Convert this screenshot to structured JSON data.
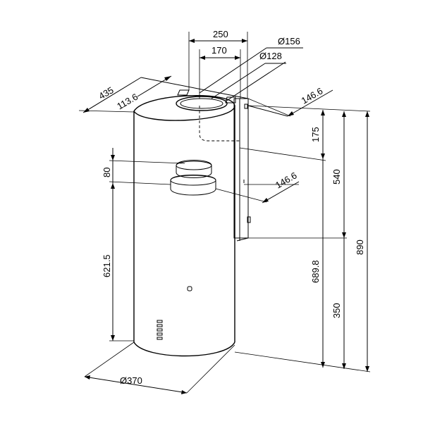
{
  "dimensions": {
    "top_width_250": "250",
    "top_width_170": "170",
    "dia_156": "Ø156",
    "dia_128": "Ø128",
    "depth_435": "435",
    "depth_113_6": "113.6",
    "offset_146_6_top": "146.6",
    "offset_146_6_mid": "146.6",
    "height_175": "175",
    "height_540": "540",
    "height_890": "890",
    "height_80": "80",
    "height_621_5": "621.5",
    "height_689_8": "689.8",
    "height_350": "350",
    "base_dia_370": "Ø370"
  }
}
